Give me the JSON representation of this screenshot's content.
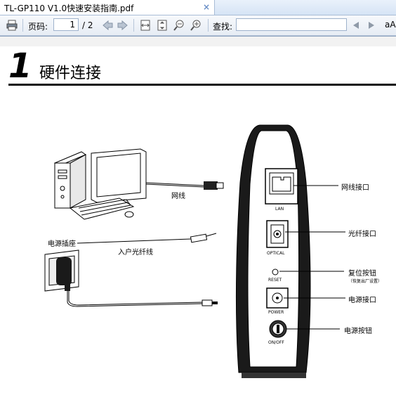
{
  "tab": {
    "title": "TL-GP110  V1.0快速安装指南.pdf",
    "close": "×"
  },
  "toolbar": {
    "page_label": "页码:",
    "page_value": "1",
    "page_total": "/ 2",
    "search_label": "查找:",
    "search_value": "",
    "font_icon_text": "aA"
  },
  "section": {
    "number": "1",
    "title": "硬件连接"
  },
  "diagram": {
    "cable_label": "网线",
    "power_outlet": "电源插座",
    "fiber_in": "入户光纤线",
    "port_lan": "LAN",
    "port_optical": "OPTICAL",
    "port_reset": "RESET",
    "port_power": "POWER",
    "port_onoff": "ON/OFF",
    "callout_lan": "网线接口",
    "callout_fiber": "光纤接口",
    "callout_reset": "复位按钮",
    "callout_reset_note": "（恢复出厂设置）",
    "callout_power": "电源接口",
    "callout_switch": "电源按钮"
  }
}
